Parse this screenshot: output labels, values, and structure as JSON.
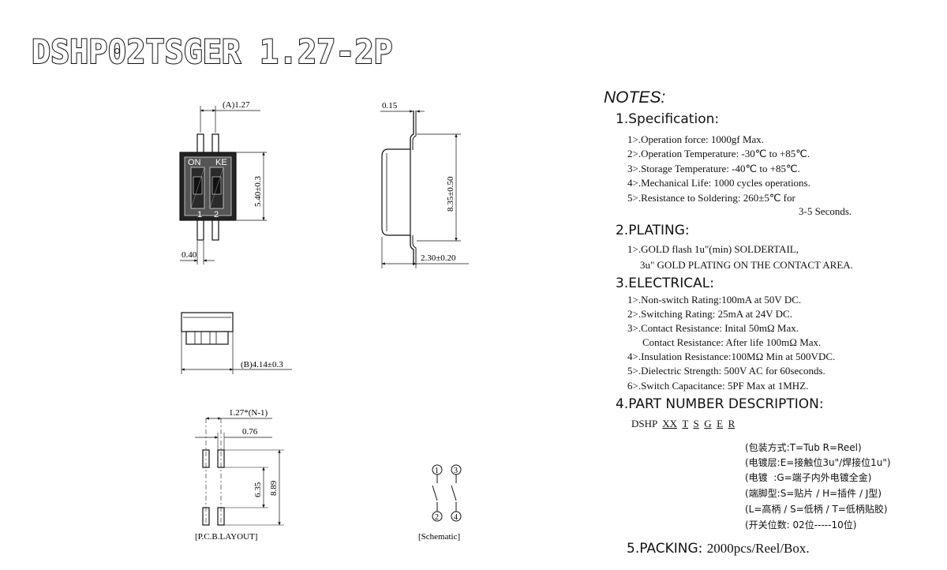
{
  "title": "DSHP02TSGER 1.27-2P",
  "drawing": {
    "top_view": {
      "on_label": "ON",
      "ke_label": "KE",
      "pos1": "1",
      "pos2": "2",
      "dim_pitch": "(A)1.27",
      "dim_height": "5.40±0.3",
      "dim_pin": "0.40"
    },
    "side_view": {
      "dim_thickness": "0.15",
      "dim_height": "8.35±0.50",
      "dim_depth": "2.30±0.20"
    },
    "front_view": {
      "dim_width": "(B)4.14±0.3"
    },
    "pcb_layout": {
      "dim_total": "1.27*(N-1)",
      "dim_pad": "0.76",
      "dim_inner": "6.35",
      "dim_outer": "8.89",
      "caption": "[P.C.B.LAYOUT]"
    },
    "schematic": {
      "pin1": "1",
      "pin2": "2",
      "pin3": "3",
      "pin4": "4",
      "caption": "[Schematic]"
    }
  },
  "notes": {
    "title": "NOTES:",
    "specification": {
      "heading": "1.Specification:",
      "items": [
        "1>.Operation force: 1000gf Max.",
        "2>.Operation Temperature: -30℃ to +85℃.",
        "3>.Storage Temperature: -40℃ to +85℃.",
        "4>.Mechanical Life: 1000 cycles operations.",
        "5>.Resistance to Soldering: 260±5℃ for",
        "3-5 Seconds."
      ]
    },
    "plating": {
      "heading": "2.PLATING:",
      "items": [
        "1>.GOLD flash 1u\"(min) SOLDERTAIL,",
        "3u\" GOLD PLATING ON THE CONTACT AREA."
      ]
    },
    "electrical": {
      "heading": "3.ELECTRICAL:",
      "items": [
        "1>.Non-switch Rating:100mA at 50V DC.",
        "2>.Switching Rating: 25mA at 24V DC.",
        "3>.Contact Resistance: Inital 50mΩ Max.",
        "Contact Resistance: After life 100mΩ Max.",
        "4>.Insulation Resistance:100MΩ Min at 500VDC.",
        "5>.Dielectric Strength: 500V AC for 60seconds.",
        "6>.Switch Capacitance: 5PF Max at 1MHZ."
      ]
    },
    "part_number": {
      "heading": "4.PART NUMBER DESCRIPTION:",
      "prefix": "DSHP",
      "codes": [
        "XX",
        "T",
        "S",
        "G",
        "E",
        "R"
      ],
      "descriptions": [
        "(包装方式:T=Tub R=Reel)",
        "(电镀层:E=接触位3u\"/焊接位1u\")",
        "(电镀  :G=端子内外电镀全金)",
        "(端脚型:S=贴片 / H=插件 / J型)",
        "(L=高柄 / S=低柄 / T=低柄贴胶)",
        "(开关位数: 02位-----10位)"
      ]
    },
    "packing": {
      "heading": "5.PACKING:",
      "value": "2000pcs/Reel/Box."
    }
  }
}
